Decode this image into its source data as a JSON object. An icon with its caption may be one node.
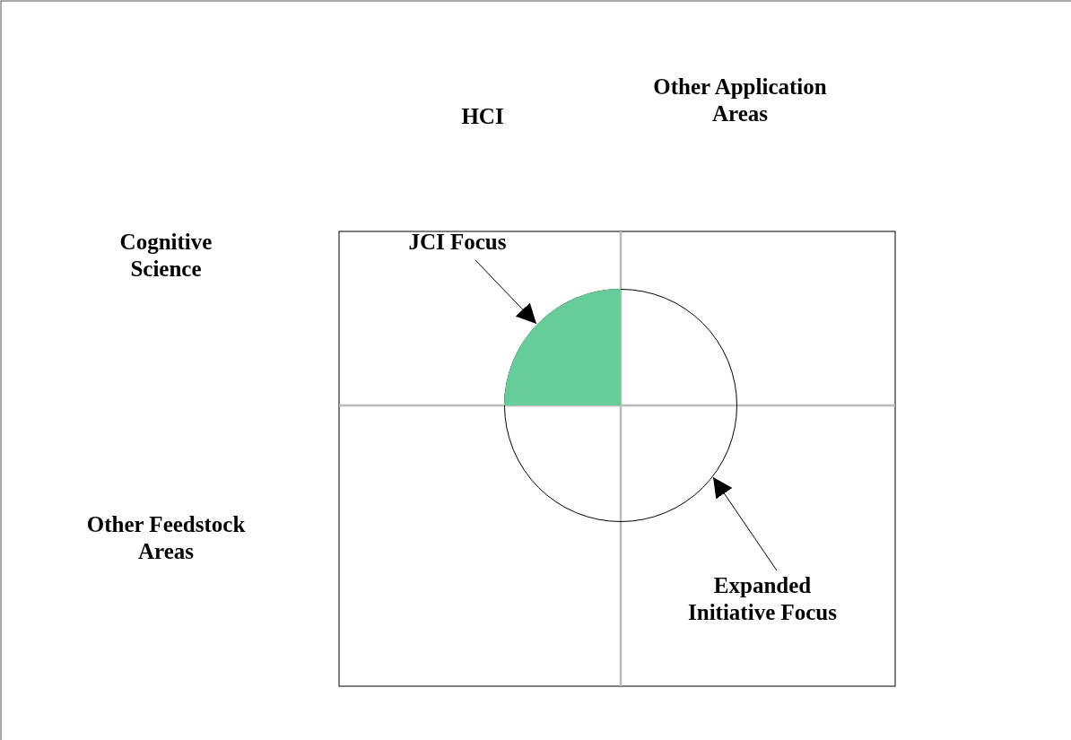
{
  "diagram": {
    "nodes": [
      {
        "text": [
          "JCI Focus"
        ]
      },
      {
        "text": [],
        "shape": "sector",
        "in": 3
      },
      {
        "text": [
          "Expanded Initiative Focus"
        ]
      },
      {
        "text": [],
        "shape": "circle"
      }
    ],
    "edges": [
      {
        "from": 0,
        "to": 1,
        "arrow": "to"
      },
      {
        "from": 2,
        "to": 3,
        "arrow": "to"
      }
    ],
    "labels": [
      "HCI",
      "Other Application Areas",
      "Cognitive Science",
      "Other Feedstock Areas"
    ]
  }
}
